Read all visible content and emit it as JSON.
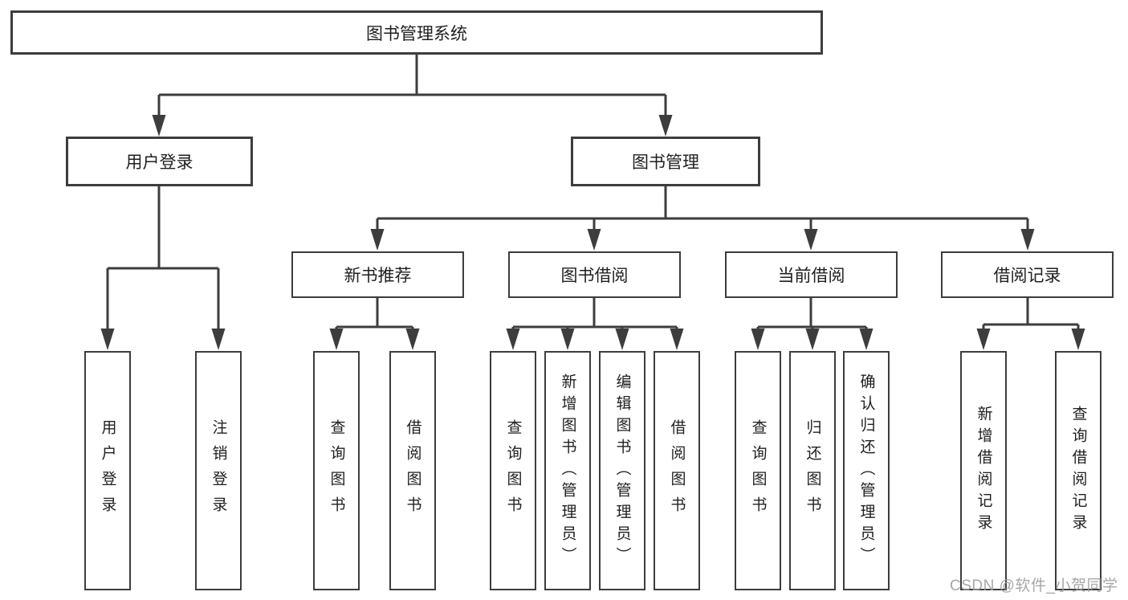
{
  "diagram": {
    "root": {
      "label": "图书管理系统"
    },
    "branches": [
      {
        "label": "用户登录",
        "children": [
          {
            "label": "用户登录"
          },
          {
            "label": "注销登录"
          }
        ]
      },
      {
        "label": "图书管理",
        "children": [
          {
            "label": "新书推荐",
            "children": [
              {
                "label": "查询图书"
              },
              {
                "label": "借阅图书"
              }
            ]
          },
          {
            "label": "图书借阅",
            "children": [
              {
                "label": "查询图书"
              },
              {
                "label": "新增图书（管理员）"
              },
              {
                "label": "编辑图书（管理员）"
              },
              {
                "label": "借阅图书"
              }
            ]
          },
          {
            "label": "当前借阅",
            "children": [
              {
                "label": "查询图书"
              },
              {
                "label": "归还图书"
              },
              {
                "label": "确认归还（管理员）"
              }
            ]
          },
          {
            "label": "借阅记录",
            "children": [
              {
                "label": "新增借阅记录"
              },
              {
                "label": "查询借阅记录"
              }
            ]
          }
        ]
      }
    ]
  },
  "watermark": {
    "text": "CSDN @软件_小贺同学"
  },
  "colors": {
    "line": "#3d3d3d",
    "box_border": "#3d3d3d",
    "text": "#1f1f1f",
    "watermark_text": "#9e9c9c",
    "background": "#ffffff"
  }
}
